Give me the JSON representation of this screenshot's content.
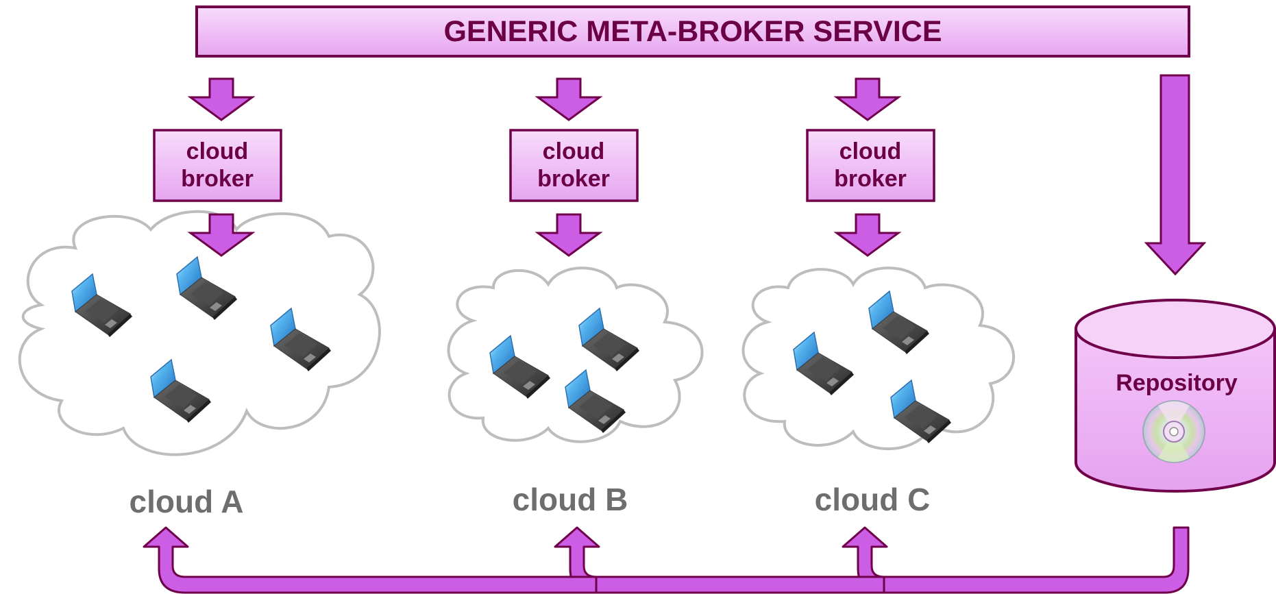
{
  "service": {
    "title": "GENERIC META-BROKER SERVICE"
  },
  "brokers": [
    {
      "line1": "cloud",
      "line2": "broker"
    },
    {
      "line1": "cloud",
      "line2": "broker"
    },
    {
      "line1": "cloud",
      "line2": "broker"
    }
  ],
  "clouds": [
    {
      "label": "cloud A",
      "laptop_count": 4
    },
    {
      "label": "cloud B",
      "laptop_count": 3
    },
    {
      "label": "cloud C",
      "laptop_count": 3
    }
  ],
  "repository": {
    "label": "Repository"
  },
  "colors": {
    "box_fill_top": "#f7d8fb",
    "box_fill_bottom": "#e7a6f1",
    "border": "#70004a",
    "arrow_fill": "#cc5ee6",
    "text_dark": "#6b0045",
    "text_grey": "#6e6e6e",
    "cloud_stroke": "#bdbdbd"
  }
}
